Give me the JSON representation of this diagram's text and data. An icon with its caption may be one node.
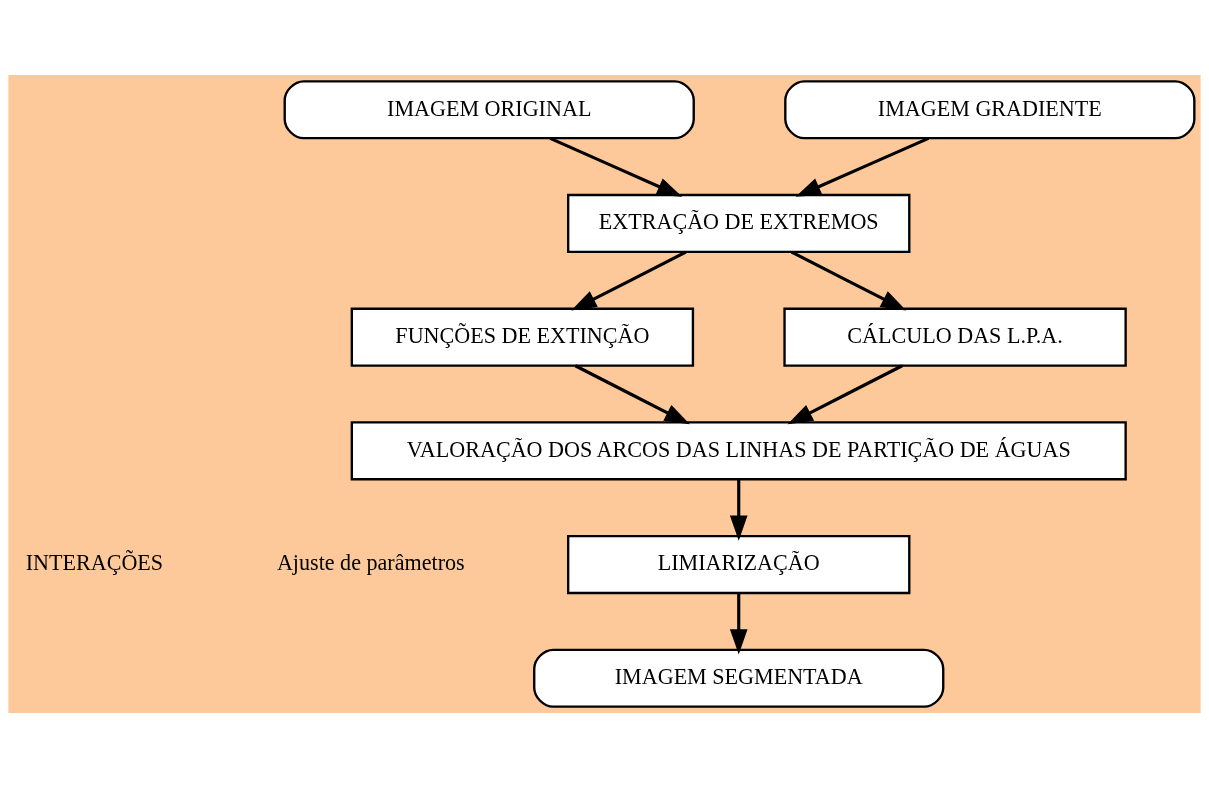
{
  "diagram": {
    "nodes": [
      {
        "text": [
          "IMAGEM ORIGINAL"
        ]
      },
      {
        "text": [
          "IMAGEM GRADIENTE"
        ]
      },
      {
        "text": [
          "EXTRAÇÃO DE EXTREMOS"
        ]
      },
      {
        "text": [
          "FUNÇÕES DE EXTINÇÃO"
        ]
      },
      {
        "text": [
          "CÁLCULO DAS L.P.A."
        ]
      },
      {
        "text": [
          "VALORAÇÃO DOS ARCOS DAS LINHAS DE PARTIÇÃO DE ÁGUAS"
        ]
      },
      {
        "text": [
          "LIMIARIZAÇÃO"
        ]
      },
      {
        "text": [
          "IMAGEM SEGMENTADA"
        ]
      }
    ],
    "edges": [
      {
        "from": 0,
        "to": 2,
        "arrow": "to"
      },
      {
        "from": 1,
        "to": 2,
        "arrow": "to"
      },
      {
        "from": 2,
        "to": 3,
        "arrow": "to"
      },
      {
        "from": 2,
        "to": 4,
        "arrow": "to"
      },
      {
        "from": 3,
        "to": 5,
        "arrow": "to"
      },
      {
        "from": 4,
        "to": 5,
        "arrow": "to"
      },
      {
        "from": 5,
        "to": 6,
        "arrow": "to"
      },
      {
        "from": 6,
        "to": 7,
        "arrow": "to"
      }
    ],
    "labels": [
      "INTERAÇÕES",
      "Ajuste de parâmetros"
    ]
  }
}
